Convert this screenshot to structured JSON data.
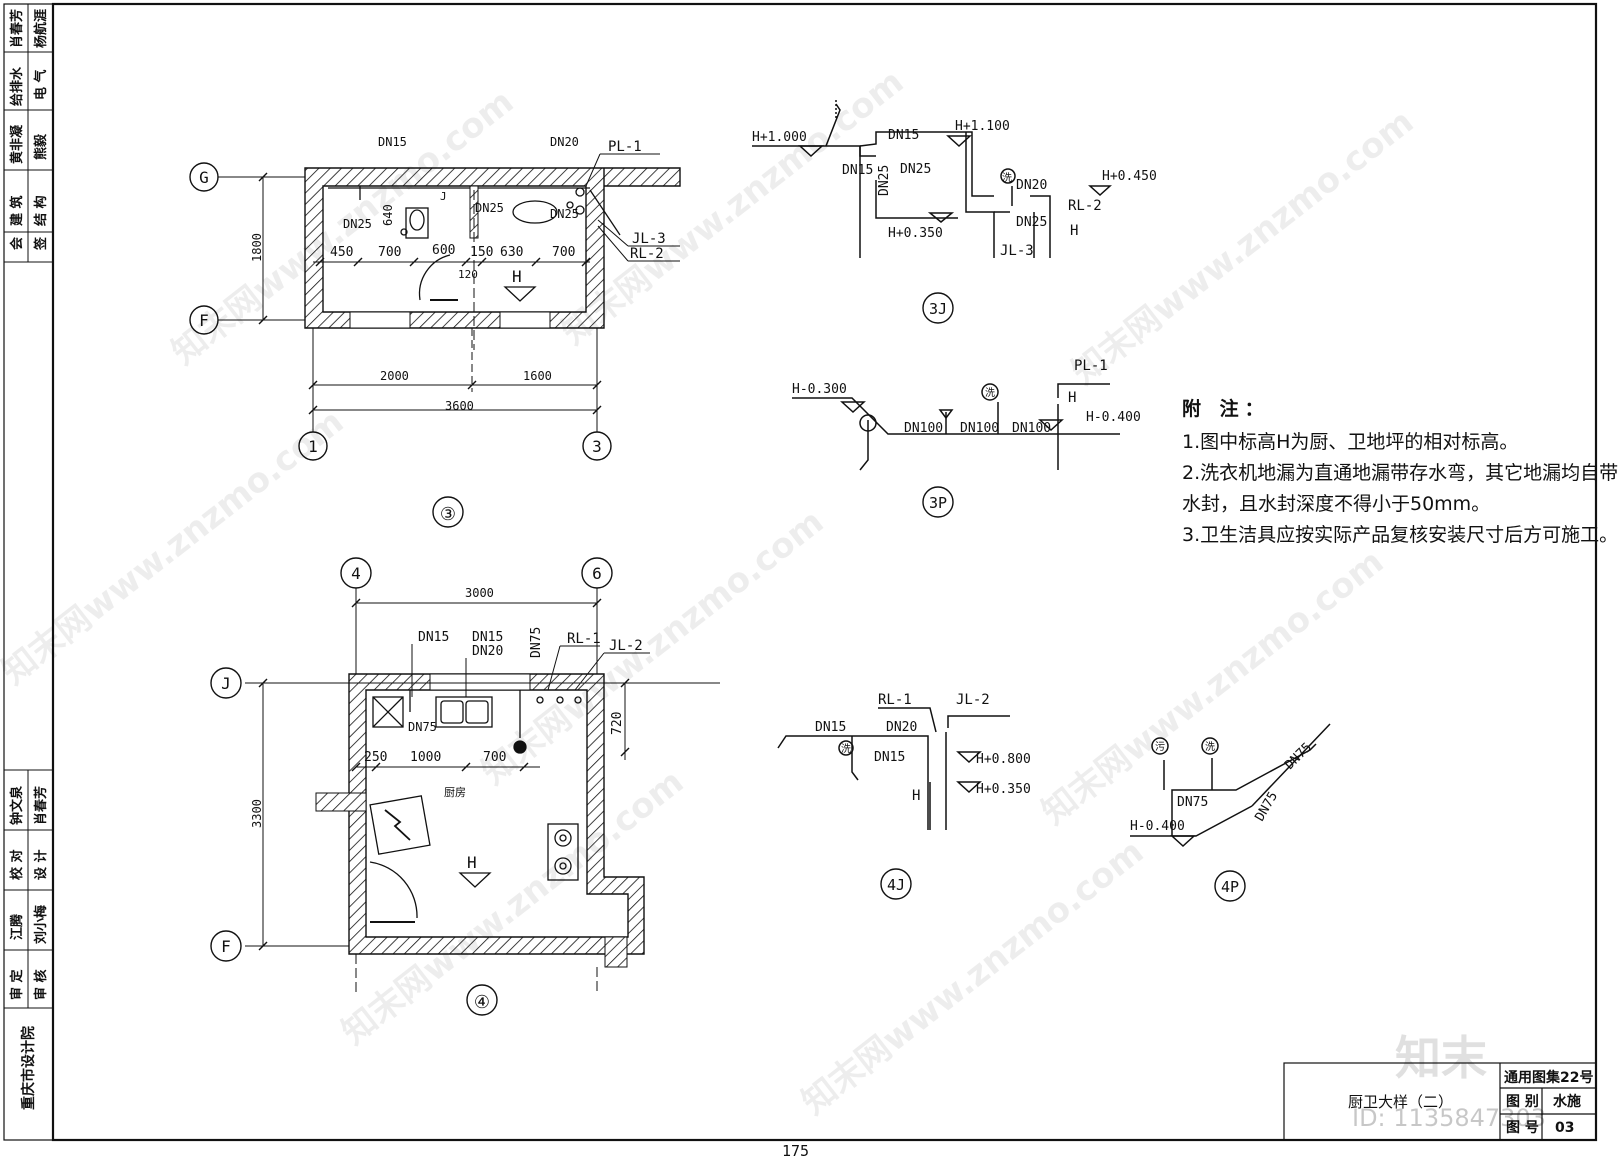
{
  "title_strip": {
    "top": [
      "会",
      "签",
      "建 筑",
      "结 构",
      "黄非凝",
      "熊毅",
      "给排水",
      "电 气",
      "肖春芳",
      "杨航涯"
    ],
    "bottom": [
      "钟文泉",
      "肖春芳",
      "校 对",
      "设 计",
      "江腾",
      "刘小梅",
      "审 定",
      "审 核"
    ],
    "institute": "重庆市设计院"
  },
  "title_block": {
    "series": "通用图集22号",
    "drawing_name": "厨卫大样（二）",
    "label_tu": "图 别",
    "discipline": "水施",
    "label_tuhao": "图 号",
    "sheet_no": "03"
  },
  "page_number": "175",
  "plan3": {
    "caption": "③",
    "axis_top": "G",
    "axis_bottom": "F",
    "axis_left": "1",
    "axis_right": "3",
    "dims": {
      "height": "1800",
      "left_bay": "2000",
      "right_bay": "1600",
      "total": "3600",
      "d450": "450",
      "d700a": "700",
      "d600": "600",
      "d150": "150",
      "d630": "630",
      "d700b": "700",
      "d120": "120",
      "d640": "640"
    },
    "labels": {
      "dn15": "DN15",
      "dn20": "DN20",
      "dn25a": "DN25",
      "dn25b": "DN25",
      "dn25c": "DN25",
      "pl1": "PL-1",
      "jl3": "JL-3",
      "rl2": "RL-2",
      "h": "H",
      "j": "J"
    }
  },
  "plan4": {
    "caption": "④",
    "axis_left": "4",
    "axis_right": "6",
    "axis_top": "J",
    "axis_bottom": "F",
    "dims": {
      "width": "3000",
      "height": "3300",
      "d250": "250",
      "d1000": "1000",
      "d700": "700",
      "d720": "720"
    },
    "labels": {
      "dn15": "DN15",
      "dn15b": "DN15",
      "dn20": "DN20",
      "dn75a": "DN75",
      "dn75b": "DN75",
      "rl1": "RL-1",
      "jl2": "JL-2",
      "h": "H",
      "room": "厨房"
    }
  },
  "iso3J": {
    "caption": "3J",
    "labels": {
      "h1000": "H+1.000",
      "h1100": "H+1.100",
      "h0450": "H+0.450",
      "h0350": "H+0.350",
      "dn15a": "DN15",
      "dn15b": "DN15",
      "dn25a": "DN25",
      "dn25b": "DN25",
      "dn25c": "DN25",
      "dn20": "DN20",
      "rl2": "RL-2",
      "jl3": "JL-3",
      "h": "H"
    }
  },
  "iso3P": {
    "caption": "3P",
    "labels": {
      "hm0300": "H-0.300",
      "hm0400": "H-0.400",
      "pl1": "PL-1",
      "dn100a": "DN100",
      "dn100b": "DN100",
      "dn100c": "DN100",
      "h": "H"
    }
  },
  "iso4J": {
    "caption": "4J",
    "labels": {
      "rl1": "RL-1",
      "jl2": "JL-2",
      "dn15a": "DN15",
      "dn20": "DN20",
      "dn15b": "DN15",
      "h0800": "H+0.800",
      "h0350": "H+0.350",
      "h": "H"
    }
  },
  "iso4P": {
    "caption": "4P",
    "labels": {
      "dn75a": "DN75",
      "dn75b": "DN75",
      "dn75c": "DN75",
      "hm0400": "H-0.400"
    }
  },
  "notes": {
    "title": "附  注：",
    "items": [
      "1.图中标高H为厨、卫地坪的相对标高。",
      "2.洗衣机地漏为直通地漏带存水弯，其它地漏均自带",
      "水封，且水封深度不得小于50mm。",
      "3.卫生洁具应按实际产品复核安装尺寸后方可施工。"
    ]
  },
  "fixture_marks": {
    "wash": "洗",
    "dirt": "污"
  },
  "watermark": {
    "site": "知末网www.znzmo.com",
    "logo": "知末",
    "id": "ID: 1135847303"
  }
}
